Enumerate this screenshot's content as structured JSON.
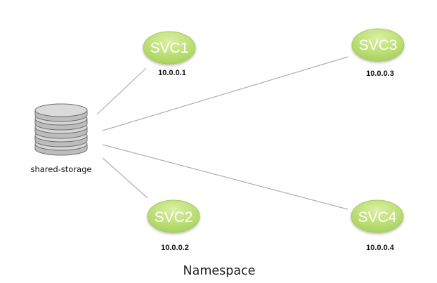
{
  "diagram": {
    "caption": "Namespace",
    "storage": {
      "label": "shared-storage",
      "icon": "database-icon"
    },
    "services": [
      {
        "name": "SVC1",
        "ip": "10.0.0.1"
      },
      {
        "name": "SVC2",
        "ip": "10.0.0.2"
      },
      {
        "name": "SVC3",
        "ip": "10.0.0.3"
      },
      {
        "name": "SVC4",
        "ip": "10.0.0.4"
      }
    ],
    "connections": [
      {
        "from": "shared-storage",
        "to": "SVC1"
      },
      {
        "from": "shared-storage",
        "to": "SVC2"
      },
      {
        "from": "shared-storage",
        "to": "SVC3"
      },
      {
        "from": "shared-storage",
        "to": "SVC4"
      }
    ],
    "colors": {
      "service_fill": "#b9dc73",
      "service_highlight": "#d6ee9c",
      "service_stroke": "#a6cc5e",
      "line": "#b0b0b0",
      "disk_fill": "#c3c3c3",
      "disk_top": "#d9d9d9",
      "disk_stroke": "#6f6f6f"
    }
  }
}
